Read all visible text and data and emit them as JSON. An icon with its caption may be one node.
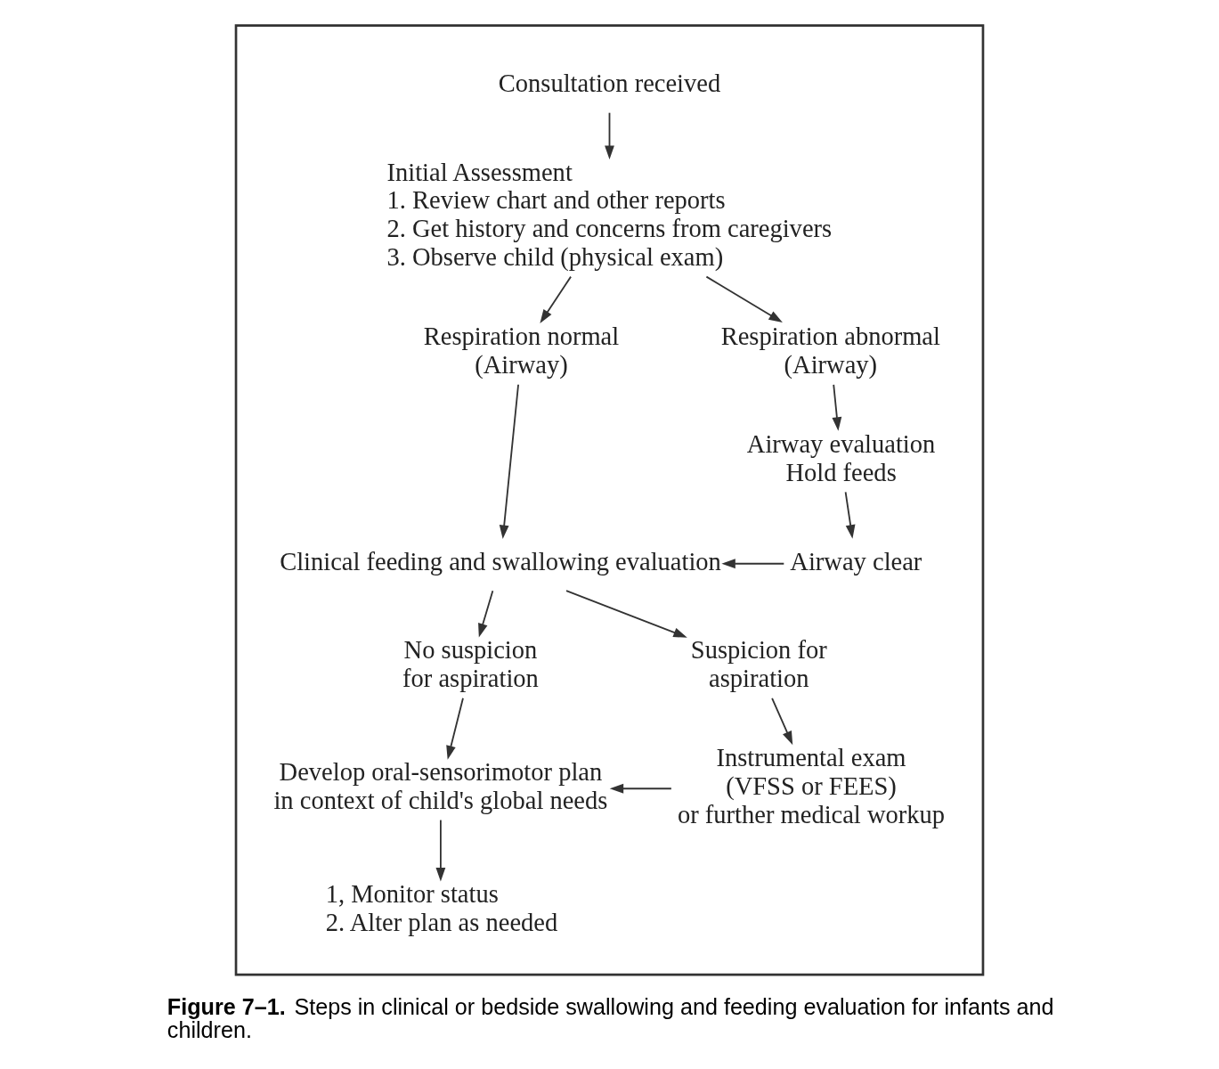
{
  "diagram": {
    "caption": "**Figure 7–1.** Steps in clinical or bedside swallowing and feeding evaluation for infants and children.",
    "nodes": [
      {
        "text": [],
        "shape": "box"
      },
      {
        "text": [
          "Consultation received"
        ],
        "in": 0
      },
      {
        "text": [
          "Initial Assessment",
          "1. Review chart and other reports",
          "2. Get history and concerns from caregivers",
          "3. Observe child (physical exam)"
        ],
        "in": 0
      },
      {
        "text": [
          "Respiration normal (Airway)"
        ],
        "in": 0
      },
      {
        "text": [
          "Respiration abnormal (Airway)"
        ],
        "in": 0
      },
      {
        "text": [
          "Airway evaluation",
          "Hold feeds"
        ],
        "in": 0
      },
      {
        "text": [
          "Clinical feeding and swallowing evaluation"
        ],
        "in": 0
      },
      {
        "text": [
          "Airway clear"
        ],
        "in": 0
      },
      {
        "text": [
          "No suspicion for aspiration"
        ],
        "in": 0
      },
      {
        "text": [
          "Suspicion for aspiration"
        ],
        "in": 0
      },
      {
        "text": [
          "Develop oral-sensorimotor plan in context of child's global needs"
        ],
        "in": 0
      },
      {
        "text": [
          "Instrumental exam (VFSS or FEES) or further medical workup"
        ],
        "in": 0
      },
      {
        "text": [
          "1, Monitor status",
          "2. Alter plan as needed"
        ],
        "in": 0
      }
    ],
    "edges": [
      {
        "from": 1,
        "to": 2,
        "arrow": "to"
      },
      {
        "from": 2,
        "to": 3,
        "arrow": "to"
      },
      {
        "from": 2,
        "to": 4,
        "arrow": "to"
      },
      {
        "from": 3,
        "to": 6,
        "arrow": "to"
      },
      {
        "from": 4,
        "to": 5,
        "arrow": "to"
      },
      {
        "from": 5,
        "to": 7,
        "arrow": "to"
      },
      {
        "from": 7,
        "to": 6,
        "arrow": "to"
      },
      {
        "from": 6,
        "to": 8,
        "arrow": "to"
      },
      {
        "from": 6,
        "to": 9,
        "arrow": "to"
      },
      {
        "from": 8,
        "to": 10,
        "arrow": "to"
      },
      {
        "from": 9,
        "to": 11,
        "arrow": "to"
      },
      {
        "from": 11,
        "to": 10,
        "arrow": "to"
      },
      {
        "from": 10,
        "to": 12,
        "arrow": "to"
      }
    ]
  }
}
